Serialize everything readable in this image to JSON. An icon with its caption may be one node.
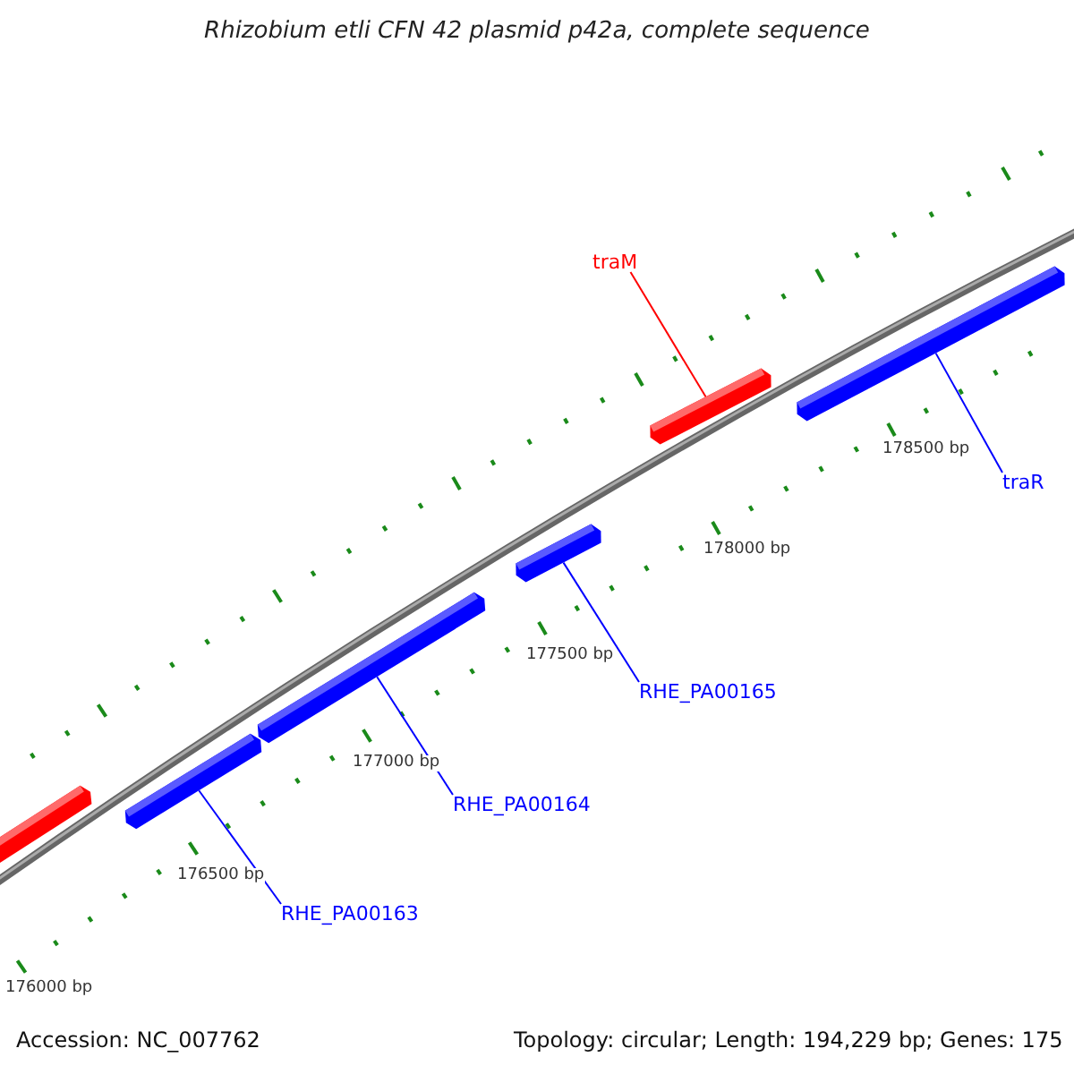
{
  "diagram": {
    "title": "Rhizobium etli CFN 42 plasmid p42a, complete sequence",
    "nodes": [
      {
        "text": [
          "traM"
        ]
      },
      {
        "text": [
          "traR"
        ]
      },
      {
        "text": [
          "RHE_PA00165"
        ]
      },
      {
        "text": [
          "RHE_PA00164"
        ]
      },
      {
        "text": [
          "RHE_PA00163"
        ]
      },
      {
        "text": [],
        "shape": "bar"
      },
      {
        "text": [],
        "shape": "bar"
      },
      {
        "text": [],
        "shape": "bar"
      },
      {
        "text": [],
        "shape": "bar"
      },
      {
        "text": [],
        "shape": "bar"
      },
      {
        "text": [],
        "shape": "bar"
      }
    ],
    "edges": [
      {
        "from": 0,
        "to": 9,
        "arrow": "none",
        "color": "#ff0000"
      },
      {
        "from": 1,
        "to": 10,
        "arrow": "none"
      },
      {
        "from": 2,
        "to": 8,
        "arrow": "none"
      },
      {
        "from": 3,
        "to": 7,
        "arrow": "none"
      },
      {
        "from": 4,
        "to": 6,
        "arrow": "none"
      }
    ],
    "labels": [
      "178500 bp",
      "178000 bp",
      "177500 bp",
      "177000 bp",
      "176500 bp",
      "176000 bp",
      "Accession: NC_007762",
      "Topology: circular; Length: 194,229 bp; Genes: 175"
    ]
  }
}
